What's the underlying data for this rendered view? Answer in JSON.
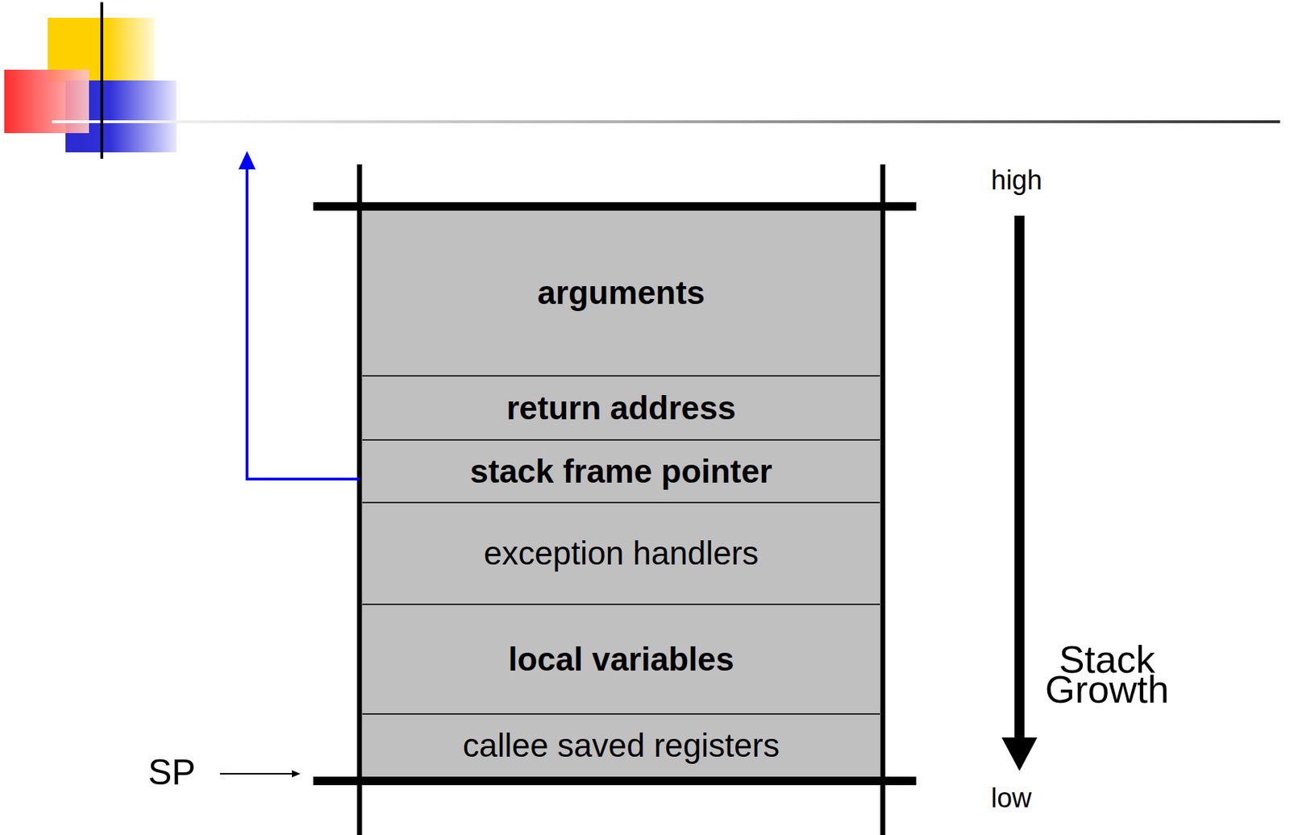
{
  "diagram": {
    "nodes": [
      {
        "text": [
          "arguments"
        ]
      },
      {
        "text": [
          "return address"
        ]
      },
      {
        "text": [
          "stack frame pointer"
        ]
      },
      {
        "text": [
          "exception handlers"
        ]
      },
      {
        "text": [
          "local variables"
        ]
      },
      {
        "text": [
          "callee saved registers"
        ]
      }
    ],
    "labels": [
      "high",
      "Stack Growth",
      "low",
      "SP"
    ]
  }
}
